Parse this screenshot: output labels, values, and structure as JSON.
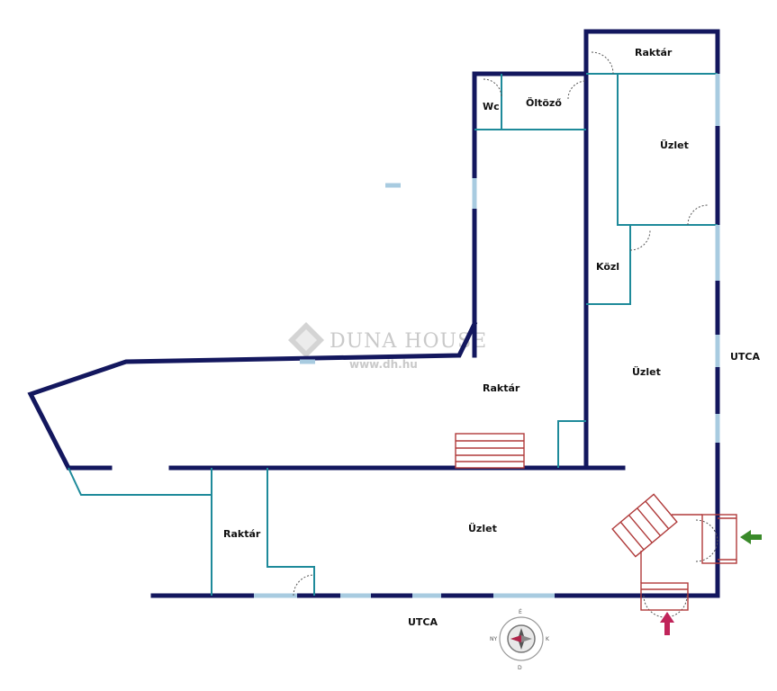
{
  "colors": {
    "exterior_wall": "#13175e",
    "interior_wall": "#1e8a9a",
    "window": "#a8cbe0",
    "stairs": "#b03a3a",
    "entrance_arrow_green": "#3a8a2a",
    "entrance_arrow_red": "#c0245a",
    "watermark": "#c9c9c9"
  },
  "rooms": {
    "raktar_top": "Raktár",
    "wc": "Wc",
    "oltozo": "Öltöző",
    "uzlet_top": "Üzlet",
    "kozl": "Közl",
    "uzlet_mid": "Üzlet",
    "raktar_mid": "Raktár",
    "raktar_bottom": "Raktár",
    "uzlet_bottom": "Üzlet"
  },
  "streets": {
    "right": "UTCA",
    "bottom": "UTCA"
  },
  "watermark": {
    "brand": "DUNA HOUSE",
    "url": "www.dh.hu"
  },
  "compass": {
    "north": "É",
    "east": "K",
    "south": "D",
    "west": "NY"
  },
  "icons": {
    "entrance_right": "arrow-left-icon",
    "entrance_bottom": "arrow-up-icon",
    "compass": "compass-icon",
    "logo": "house-logo-icon"
  }
}
